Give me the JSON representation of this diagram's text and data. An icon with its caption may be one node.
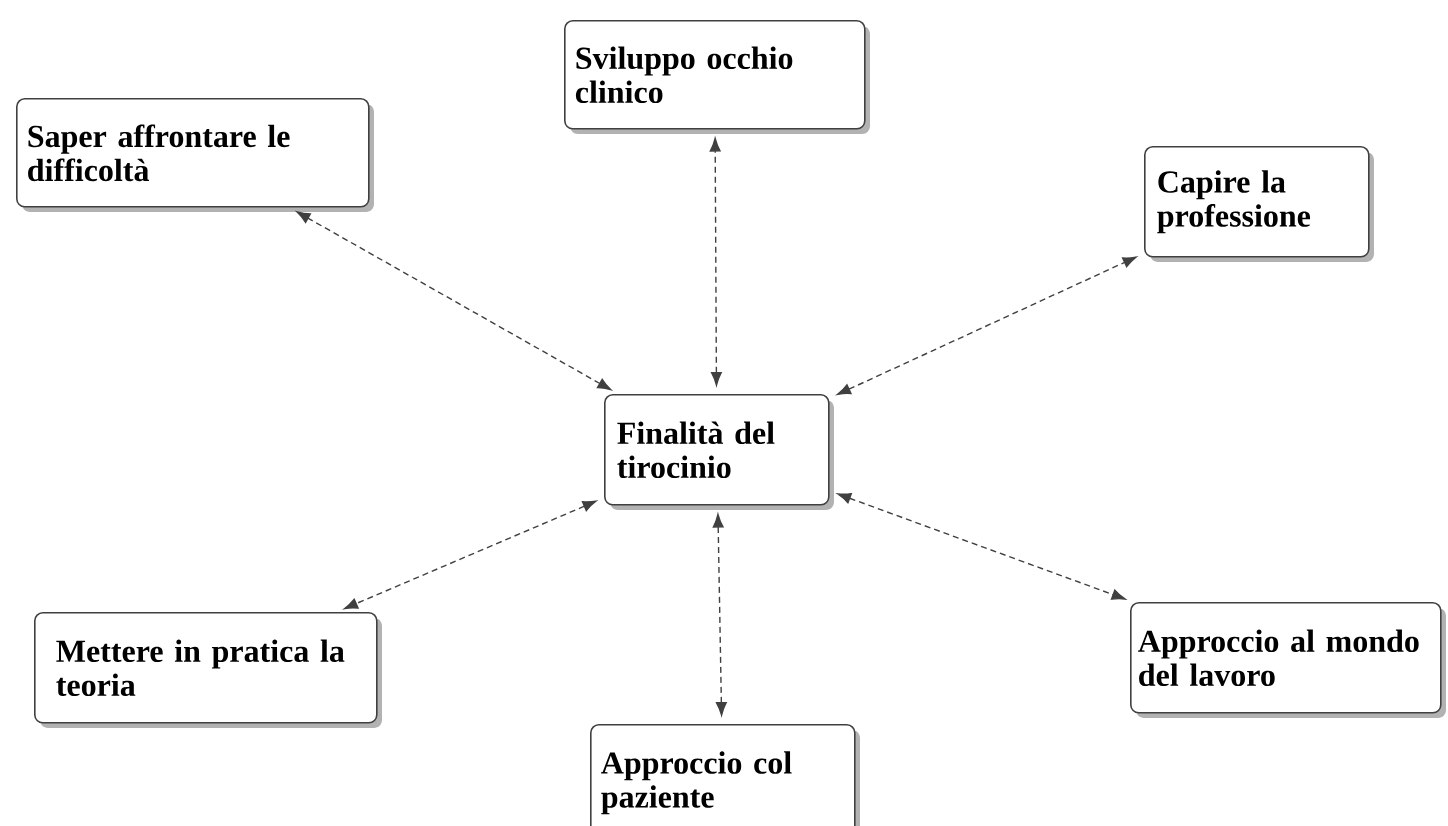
{
  "diagram": {
    "nodes": [
      {
        "text": [
          "Sviluppo occhio clinico"
        ]
      },
      {
        "text": [
          "Saper affrontare le difficoltà"
        ]
      },
      {
        "text": [
          "Capire la professione"
        ]
      },
      {
        "text": [
          "Finalità del tirocinio"
        ]
      },
      {
        "text": [
          "Mettere in pratica la teoria"
        ]
      },
      {
        "text": [
          "Approccio al mondo del lavoro"
        ]
      },
      {
        "text": [
          "Approccio col paziente"
        ]
      }
    ],
    "edges": [
      {
        "from": 3,
        "to": 0,
        "arrow": "both",
        "style": "dashed"
      },
      {
        "from": 3,
        "to": 1,
        "arrow": "both",
        "style": "dashed"
      },
      {
        "from": 3,
        "to": 2,
        "arrow": "both",
        "style": "dashed"
      },
      {
        "from": 3,
        "to": 4,
        "arrow": "both",
        "style": "dashed"
      },
      {
        "from": 3,
        "to": 5,
        "arrow": "both",
        "style": "dashed"
      },
      {
        "from": 3,
        "to": 6,
        "arrow": "both",
        "style": "dashed"
      }
    ]
  }
}
